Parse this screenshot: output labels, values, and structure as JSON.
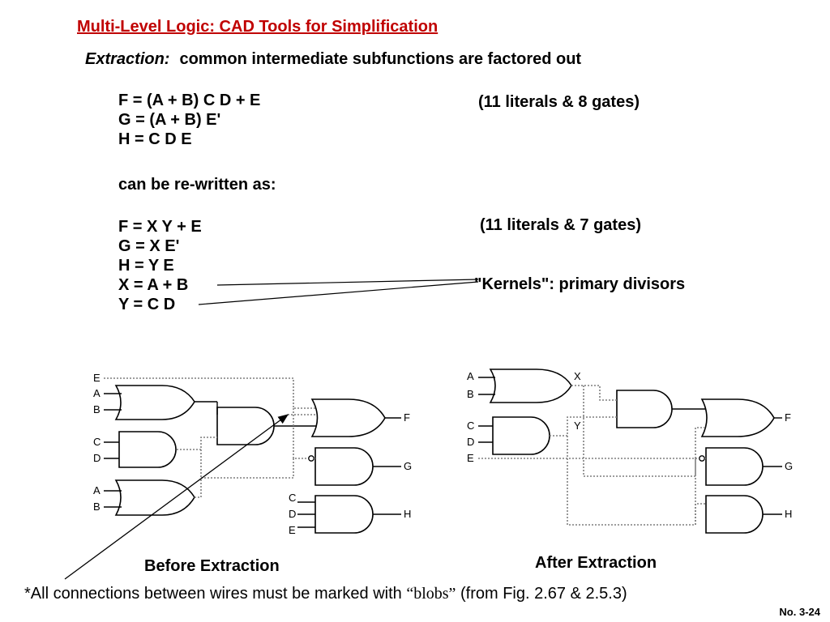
{
  "title": "Multi-Level Logic: CAD Tools for Simplification",
  "subtitle": {
    "emphasis": "Extraction:",
    "text": "common intermediate subfunctions are factored out"
  },
  "original_equations": [
    "F = (A + B) C D  +  E",
    "G = (A + B) E'",
    "H = C D E"
  ],
  "original_cost": "(11 literals & 8 gates)",
  "rewrite_label": "can be re-written as:",
  "rewritten_equations": [
    "F = X Y  +  E",
    "G = X E'",
    "H = Y E",
    "X = A + B",
    "Y = C D"
  ],
  "rewritten_cost": "(11 literals & 7 gates)",
  "kernels_note": "\"Kernels\": primary divisors",
  "before": {
    "caption": "Before Extraction",
    "inputs": {
      "e_top": "E",
      "a1": "A",
      "b1": "B",
      "c1": "C",
      "d1": "D",
      "a2": "A",
      "b2": "B",
      "c2": "C",
      "d2": "D",
      "e2": "E"
    },
    "outputs": {
      "f": "F",
      "g": "G",
      "h": "H"
    }
  },
  "after": {
    "caption": "After Extraction",
    "inputs": {
      "a": "A",
      "b": "B",
      "c": "C",
      "d": "D",
      "e": "E"
    },
    "intermediate": {
      "x": "X",
      "y": "Y"
    },
    "outputs": {
      "f": "F",
      "g": "G",
      "h": "H"
    }
  },
  "footnote": {
    "prefix": "*All connections between wires must be marked with ",
    "quoted": "“blobs”",
    "suffix": " (from Fig. 2.67 & 2.5.3)"
  },
  "page_number": "No. 3-24",
  "colors": {
    "title": "#c00000",
    "wire_dotted": "#7f7f7f"
  }
}
